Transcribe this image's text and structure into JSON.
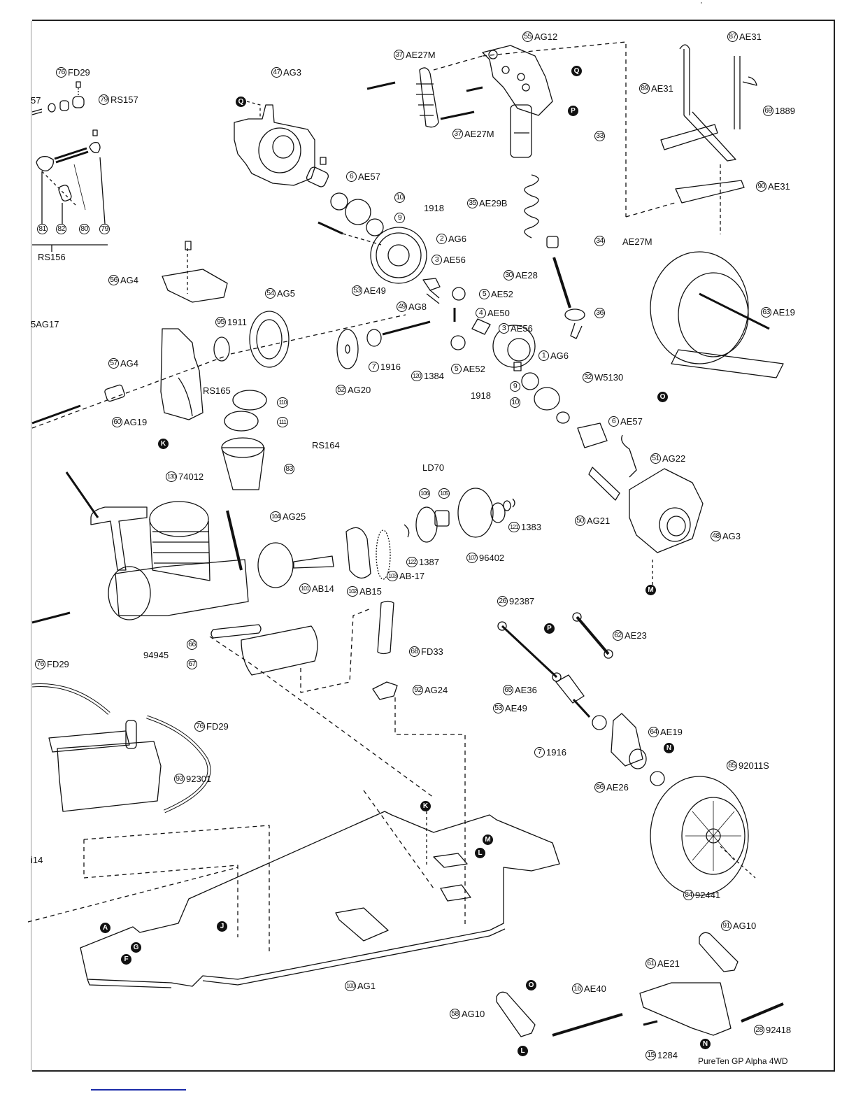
{
  "document": {
    "footer_title": "PureTen GP Alpha 4WD",
    "corner_mark": "'"
  },
  "callouts": [
    {
      "id": "c76a",
      "num": "76",
      "code": "FD29"
    },
    {
      "id": "c79a",
      "num": "79",
      "code": "RS157"
    },
    {
      "id": "c57trunc",
      "num": "",
      "code": "57"
    },
    {
      "id": "c81",
      "num": "81",
      "code": ""
    },
    {
      "id": "c82",
      "num": "82",
      "code": ""
    },
    {
      "id": "c80",
      "num": "80",
      "code": ""
    },
    {
      "id": "c79b",
      "num": "79",
      "code": ""
    },
    {
      "id": "c47",
      "num": "47",
      "code": "AG3"
    },
    {
      "id": "c37a",
      "num": "37",
      "code": "AE27M"
    },
    {
      "id": "c55",
      "num": "55",
      "code": "AG12"
    },
    {
      "id": "c87",
      "num": "87",
      "code": "AE31"
    },
    {
      "id": "c89",
      "num": "89",
      "code": "AE31"
    },
    {
      "id": "c69",
      "num": "69",
      "code": "1889"
    },
    {
      "id": "c37b",
      "num": "37",
      "code": "AE27M"
    },
    {
      "id": "c33",
      "num": "33",
      "code": ""
    },
    {
      "id": "c6a",
      "num": "6",
      "code": "AE57"
    },
    {
      "id": "c10a",
      "num": "10",
      "code": ""
    },
    {
      "id": "c9a",
      "num": "9",
      "code": ""
    },
    {
      "id": "c90",
      "num": "90",
      "code": "AE31"
    },
    {
      "id": "c35",
      "num": "35",
      "code": "AE29B"
    },
    {
      "id": "c2",
      "num": "2",
      "code": "AG6"
    },
    {
      "id": "c34",
      "num": "34",
      "code": ""
    },
    {
      "id": "c3a",
      "num": "3",
      "code": "AE56"
    },
    {
      "id": "c56",
      "num": "56",
      "code": "AG4"
    },
    {
      "id": "c30",
      "num": "30",
      "code": "AE28"
    },
    {
      "id": "c54",
      "num": "54",
      "code": "AG5"
    },
    {
      "id": "c53a",
      "num": "53",
      "code": "AE49"
    },
    {
      "id": "c5a",
      "num": "5",
      "code": "AE52"
    },
    {
      "id": "c49",
      "num": "49",
      "code": "AG8"
    },
    {
      "id": "c4",
      "num": "4",
      "code": "AE50"
    },
    {
      "id": "c63",
      "num": "63",
      "code": "AE19"
    },
    {
      "id": "c36",
      "num": "36",
      "code": ""
    },
    {
      "id": "c5trunc",
      "num": "5",
      "code": "AG17"
    },
    {
      "id": "c95",
      "num": "95",
      "code": "1911"
    },
    {
      "id": "c3b",
      "num": "3",
      "code": "AE56"
    },
    {
      "id": "c57",
      "num": "57",
      "code": "AG4"
    },
    {
      "id": "c1",
      "num": "1",
      "code": "AG6"
    },
    {
      "id": "c7a",
      "num": "7",
      "code": "1916"
    },
    {
      "id": "c120",
      "num": "120",
      "code": "1384"
    },
    {
      "id": "c5b",
      "num": "5",
      "code": "AE52"
    },
    {
      "id": "c32",
      "num": "32",
      "code": "W5130"
    },
    {
      "id": "c52",
      "num": "52",
      "code": "AG20"
    },
    {
      "id": "c9b",
      "num": "9",
      "code": ""
    },
    {
      "id": "c10b",
      "num": "10",
      "code": ""
    },
    {
      "id": "c110",
      "num": "110",
      "code": ""
    },
    {
      "id": "c111",
      "num": "111",
      "code": ""
    },
    {
      "id": "c60",
      "num": "60",
      "code": "AG19"
    },
    {
      "id": "c6b",
      "num": "6",
      "code": "AE57"
    },
    {
      "id": "c51",
      "num": "51",
      "code": "AG22"
    },
    {
      "id": "c83",
      "num": "83",
      "code": ""
    },
    {
      "id": "c106",
      "num": "106",
      "code": ""
    },
    {
      "id": "c105",
      "num": "105",
      "code": ""
    },
    {
      "id": "c130",
      "num": "130",
      "code": "74012"
    },
    {
      "id": "c50",
      "num": "50",
      "code": "AG21"
    },
    {
      "id": "c104",
      "num": "104",
      "code": "AG25"
    },
    {
      "id": "c121",
      "num": "121",
      "code": "1383"
    },
    {
      "id": "c48",
      "num": "48",
      "code": "AG3"
    },
    {
      "id": "c122",
      "num": "122",
      "code": "1387"
    },
    {
      "id": "c107",
      "num": "107",
      "code": "96402"
    },
    {
      "id": "c101",
      "num": "101",
      "code": "AB14"
    },
    {
      "id": "c103",
      "num": "103",
      "code": "AB-17"
    },
    {
      "id": "c102",
      "num": "102",
      "code": "AB15"
    },
    {
      "id": "c26",
      "num": "26",
      "code": "92387"
    },
    {
      "id": "c62",
      "num": "62",
      "code": "AE23"
    },
    {
      "id": "c66",
      "num": "66",
      "code": ""
    },
    {
      "id": "c67",
      "num": "67",
      "code": ""
    },
    {
      "id": "c76b",
      "num": "76",
      "code": "FD29"
    },
    {
      "id": "c68",
      "num": "68",
      "code": "FD33"
    },
    {
      "id": "c65",
      "num": "65",
      "code": "AE36"
    },
    {
      "id": "c92",
      "num": "92",
      "code": "AG24"
    },
    {
      "id": "c53b",
      "num": "53",
      "code": "AE49"
    },
    {
      "id": "c76c",
      "num": "76",
      "code": "FD29"
    },
    {
      "id": "c64",
      "num": "64",
      "code": "AE19"
    },
    {
      "id": "c7b",
      "num": "7",
      "code": "1916"
    },
    {
      "id": "c93",
      "num": "93",
      "code": "92301"
    },
    {
      "id": "c85",
      "num": "85",
      "code": "92011S"
    },
    {
      "id": "c86",
      "num": "86",
      "code": "AE26"
    },
    {
      "id": "c84",
      "num": "84",
      "code": "92441"
    },
    {
      "id": "c91",
      "num": "91",
      "code": "AG10"
    },
    {
      "id": "c61",
      "num": "61",
      "code": "AE21"
    },
    {
      "id": "c100",
      "num": "100",
      "code": "AG1"
    },
    {
      "id": "c16",
      "num": "16",
      "code": "AE40"
    },
    {
      "id": "c58",
      "num": "58",
      "code": "AG10"
    },
    {
      "id": "c28",
      "num": "28",
      "code": "92418"
    },
    {
      "id": "c15",
      "num": "15",
      "code": "1284"
    }
  ],
  "group_labels": [
    {
      "id": "g_rs156",
      "text": "RS156"
    },
    {
      "id": "g_1918a",
      "text": "1918"
    },
    {
      "id": "g_ae27m",
      "text": "AE27M"
    },
    {
      "id": "g_rs165",
      "text": "RS165"
    },
    {
      "id": "g_1918b",
      "text": "1918"
    },
    {
      "id": "g_rs164",
      "text": "RS164"
    },
    {
      "id": "g_ld70",
      "text": "LD70"
    },
    {
      "id": "g_94945",
      "text": "94945"
    },
    {
      "id": "g_i14",
      "text": "i14"
    }
  ],
  "reference_markers": [
    {
      "id": "m_q1",
      "letter": "Q"
    },
    {
      "id": "m_q2",
      "letter": "Q"
    },
    {
      "id": "m_p1",
      "letter": "P"
    },
    {
      "id": "m_o1",
      "letter": "O"
    },
    {
      "id": "m_k1",
      "letter": "K"
    },
    {
      "id": "m_m1",
      "letter": "M"
    },
    {
      "id": "m_p2",
      "letter": "P"
    },
    {
      "id": "m_n1",
      "letter": "N"
    },
    {
      "id": "m_k2",
      "letter": "K"
    },
    {
      "id": "m_m2",
      "letter": "M"
    },
    {
      "id": "m_l1",
      "letter": "L"
    },
    {
      "id": "m_a",
      "letter": "A"
    },
    {
      "id": "m_j",
      "letter": "J"
    },
    {
      "id": "m_g",
      "letter": "G"
    },
    {
      "id": "m_f",
      "letter": "F"
    },
    {
      "id": "m_o2",
      "letter": "O"
    },
    {
      "id": "m_l2",
      "letter": "L"
    },
    {
      "id": "m_n2",
      "letter": "N"
    }
  ]
}
